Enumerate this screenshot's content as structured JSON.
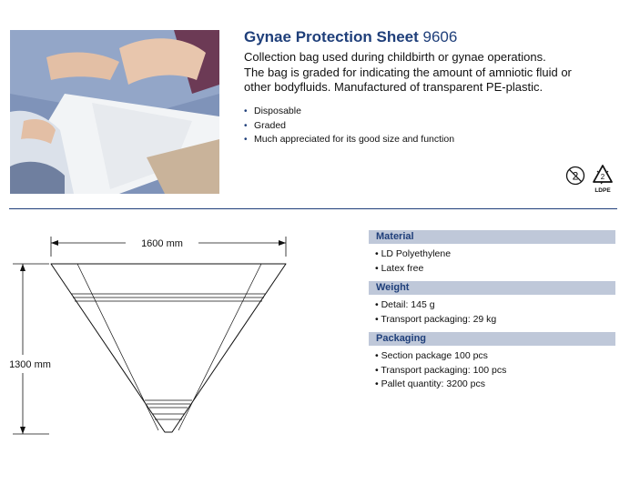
{
  "product": {
    "name": "Gynae Protection Sheet",
    "code": "9606",
    "description_lines": [
      "Collection bag used during childbirth or gynae operations.",
      "The bag is graded for indicating the amount of amniotic fluid or",
      "other bodyfluids. Manufactured of transparent PE-plastic."
    ],
    "features": [
      "Disposable",
      "Graded",
      "Much appreciated for its good size and function"
    ]
  },
  "symbols": {
    "recycling_number": "2",
    "recycling_code": "LDPE",
    "single_use_number": "2"
  },
  "diagram": {
    "width_label": "1600 mm",
    "height_label": "1300 mm"
  },
  "specs": [
    {
      "title": "Material",
      "items": [
        "LD Polyethylene",
        "Latex free"
      ]
    },
    {
      "title": "Weight",
      "items": [
        "Detail: 145 g",
        "Transport packaging: 29 kg"
      ]
    },
    {
      "title": "Packaging",
      "items": [
        "Section package 100 pcs",
        "Transport packaging: 100 pcs",
        "Pallet quantity: 3200 pcs"
      ]
    }
  ],
  "colors": {
    "brand": "#1f3f7a",
    "spec_header_bg": "#bfc8d9",
    "photo_bg": "#7f93b9"
  }
}
